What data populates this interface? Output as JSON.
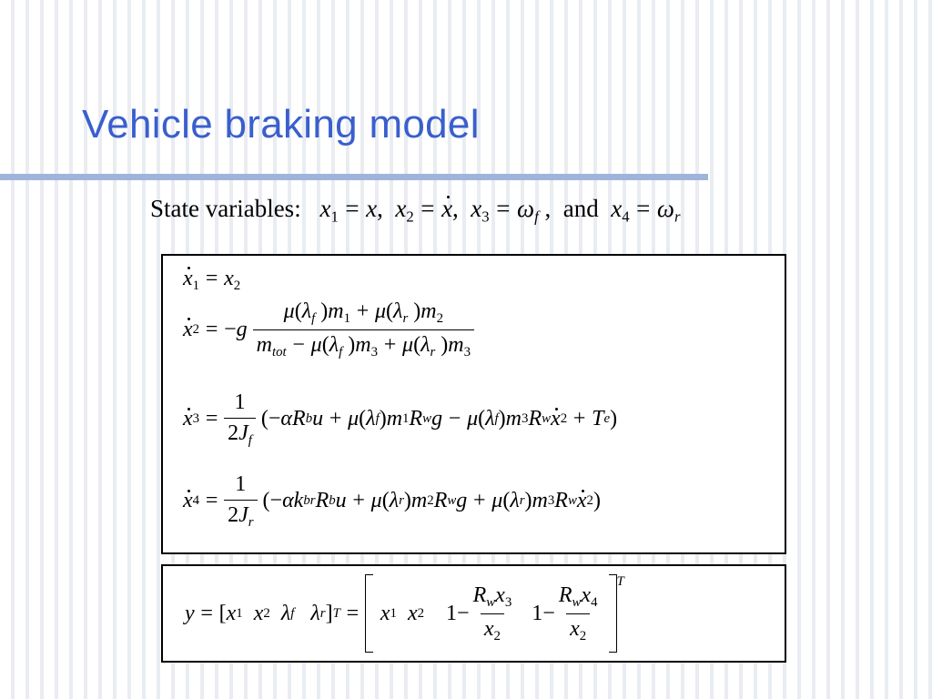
{
  "slide": {
    "title": "Vehicle braking model",
    "state_label": "State variables:",
    "and_word": "and"
  }
}
